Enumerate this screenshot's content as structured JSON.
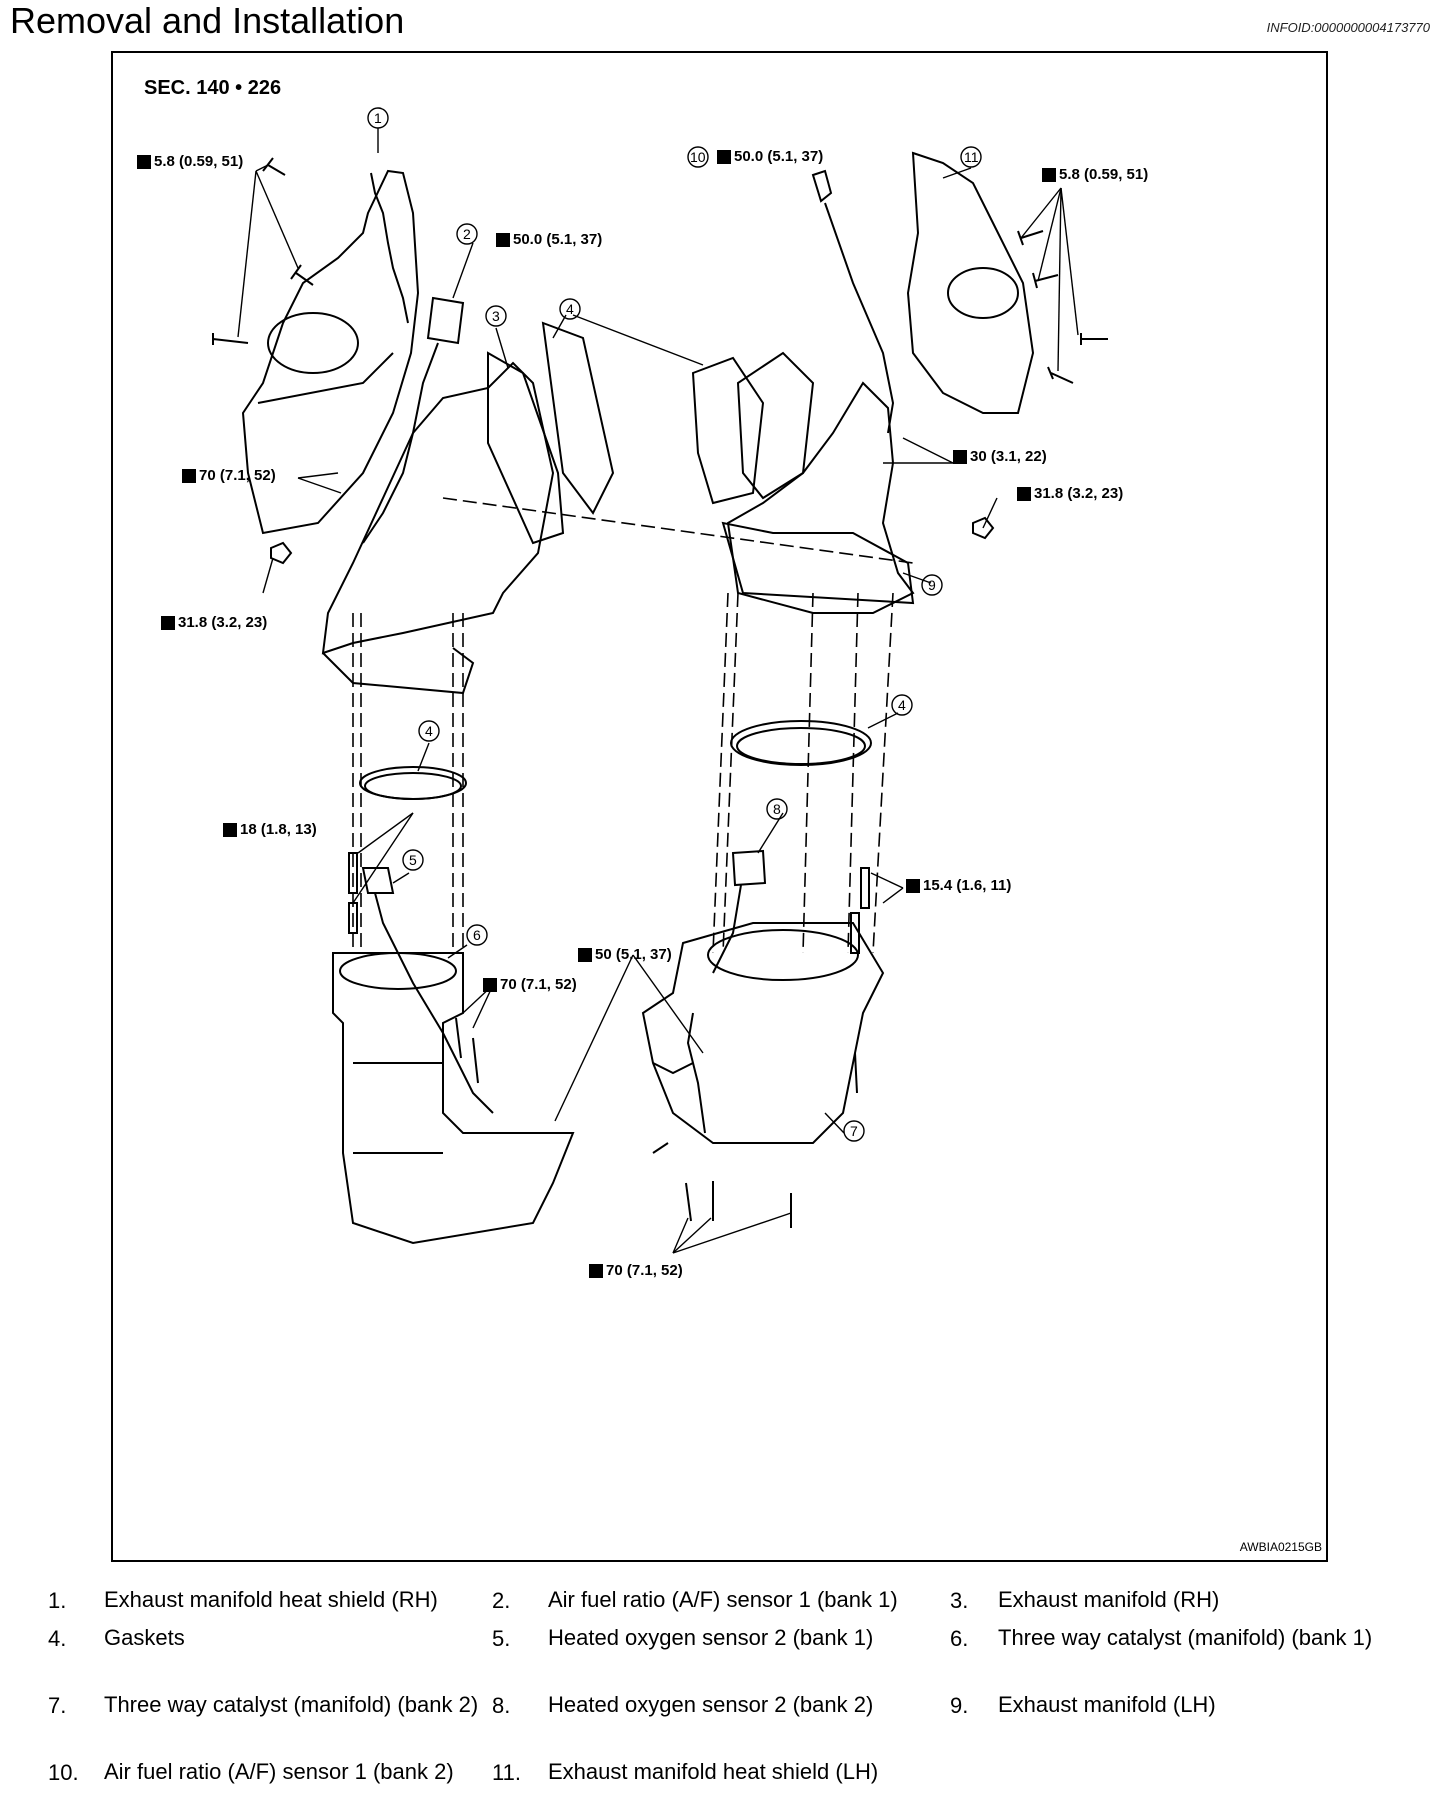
{
  "page": {
    "title": "Removal and Installation",
    "info_id": "INFOID:0000000004173770"
  },
  "figure": {
    "section": "SEC. 140 • 226",
    "code": "AWBIA0215GB",
    "torques": {
      "t_shield_rh": "5.8 (0.59, 51)",
      "t_sensor1_bank1": "50.0 (5.1, 37)",
      "t_sensor1_bank2": "50.0 (5.1, 37)",
      "t_shield_lh": "5.8 (0.59, 51)",
      "t_manifold_rh_stud": "70 (7.1, 52)",
      "t_manifold_lh_nut": "30 (3.1, 22)",
      "t_nut_right": "31.8 (3.2, 23)",
      "t_nut_left": "31.8 (3.2, 23)",
      "t_stud_bank1": "18 (1.8, 13)",
      "t_cat_bank1_bolts": "70 (7.1, 52)",
      "t_sensor2": "50 (5.1, 37)",
      "t_stud_bank2": "15.4 (1.6, 11)",
      "t_cat_bank2_bolts": "70 (7.1, 52)"
    },
    "callouts": [
      "1",
      "2",
      "3",
      "4",
      "4",
      "4",
      "5",
      "6",
      "7",
      "8",
      "9",
      "10",
      "11"
    ]
  },
  "legend": [
    {
      "num": "1.",
      "text": "Exhaust manifold heat shield (RH)"
    },
    {
      "num": "2.",
      "text": "Air fuel ratio (A/F) sensor 1 (bank 1)"
    },
    {
      "num": "3.",
      "text": "Exhaust manifold (RH)"
    },
    {
      "num": "4.",
      "text": "Gaskets"
    },
    {
      "num": "5.",
      "text": "Heated oxygen sensor 2 (bank 1)"
    },
    {
      "num": "6.",
      "text": "Three way catalyst (manifold) (bank 1)"
    },
    {
      "num": "7.",
      "text": "Three way catalyst (manifold) (bank 2)"
    },
    {
      "num": "8.",
      "text": "Heated oxygen sensor 2 (bank 2)"
    },
    {
      "num": "9.",
      "text": "Exhaust manifold (LH)"
    },
    {
      "num": "10.",
      "text": "Air fuel ratio (A/F) sensor 1 (bank 2)"
    },
    {
      "num": "11.",
      "text": "Exhaust manifold heat shield (LH)"
    }
  ]
}
